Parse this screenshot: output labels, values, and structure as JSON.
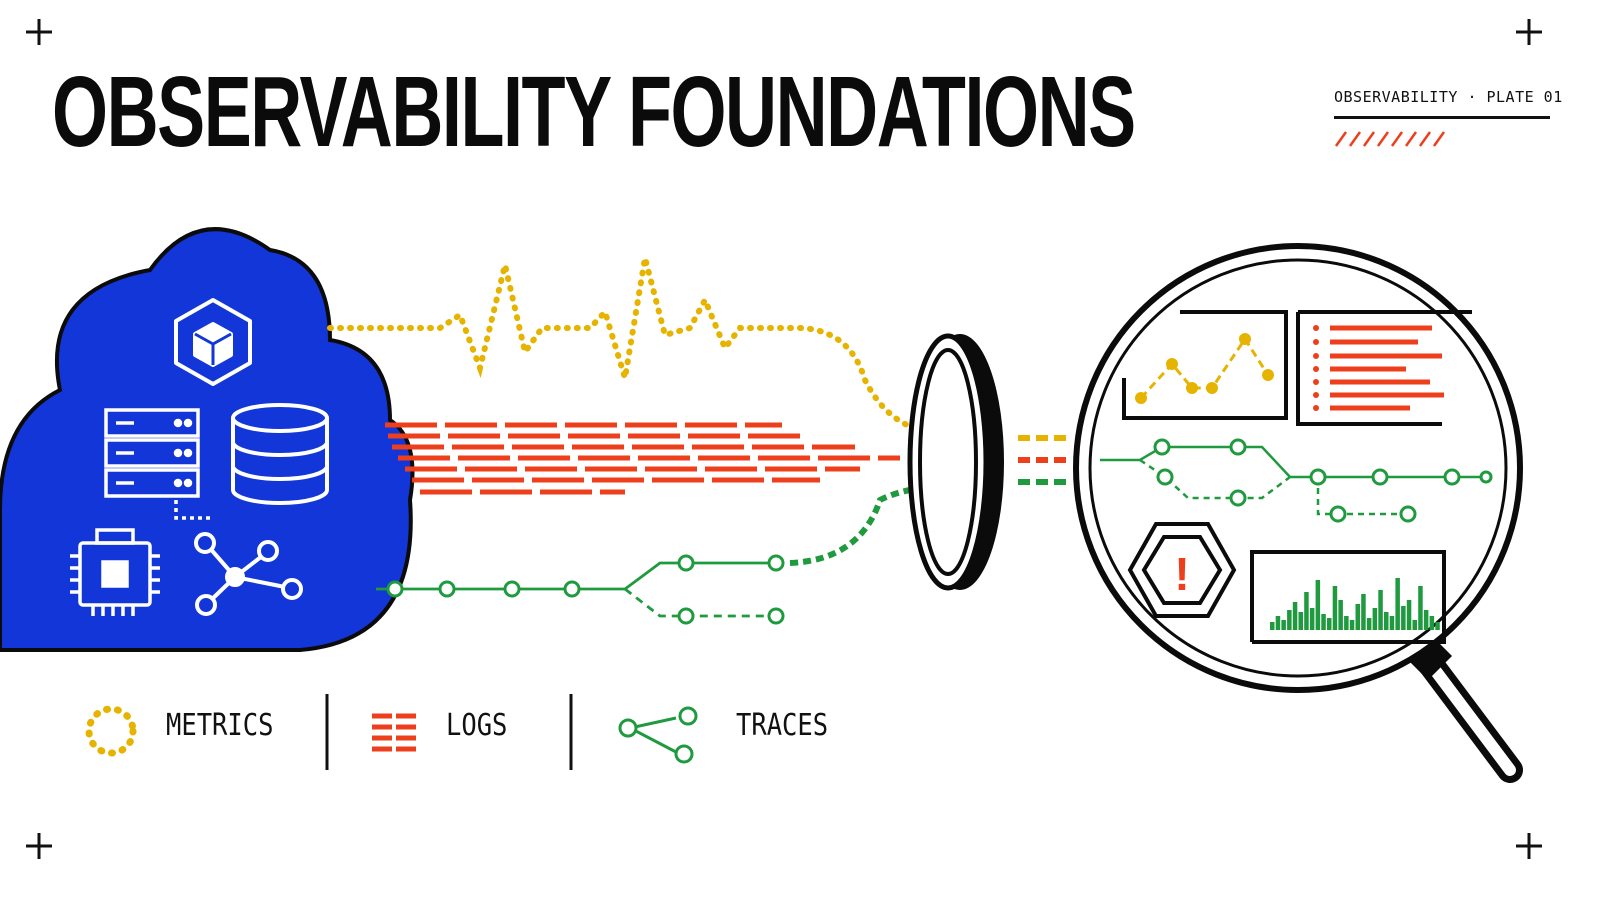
{
  "title": "OBSERVABILITY FOUNDATIONS",
  "plate": {
    "label": "OBSERVABILITY",
    "separator": "·",
    "number": "PLATE 01"
  },
  "legend": [
    {
      "id": "metrics",
      "label": "METRICS",
      "color": "#e6b400"
    },
    {
      "id": "logs",
      "label": "LOGS",
      "color": "#ee3f1c"
    },
    {
      "id": "traces",
      "label": "TRACES",
      "color": "#1f9a3f"
    }
  ],
  "colors": {
    "cloud": "#1336d8",
    "ink": "#0b0b0b",
    "metrics": "#e6b400",
    "logs": "#ee3f1c",
    "traces": "#1f9a3f"
  },
  "icons": [
    "cube-icon",
    "server-rack-icon",
    "database-icon",
    "cpu-chip-icon",
    "network-nodes-icon",
    "lens-icon",
    "magnifier-icon",
    "alert-hexagon-icon",
    "line-chart-panel-icon",
    "log-list-panel-icon",
    "bar-chart-panel-icon"
  ],
  "alert": {
    "symbol": "!"
  }
}
